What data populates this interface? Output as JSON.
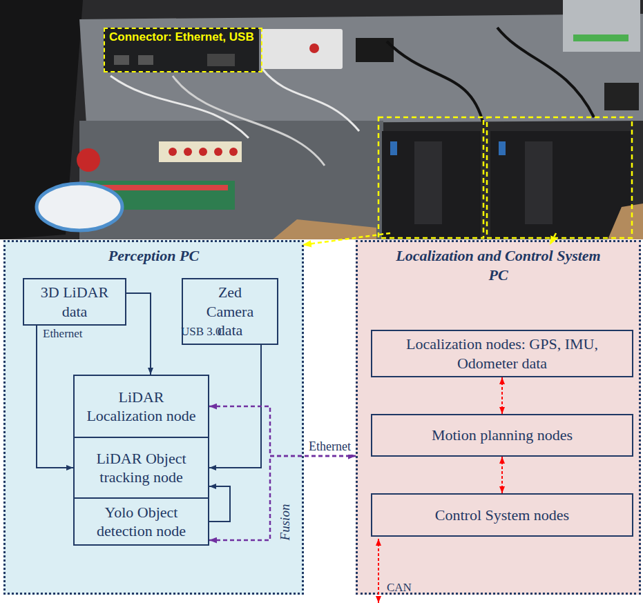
{
  "diagram": {
    "nodes": [
      {
        "text": [
          "Connector: Ethernet, USB"
        ]
      },
      {
        "text": [
          "Perception PC"
        ]
      },
      {
        "text": [
          "3D LiDAR data"
        ],
        "in": 1
      },
      {
        "text": [
          "Zed Camera data"
        ],
        "in": 1
      },
      {
        "text": [
          "LiDAR Localization node"
        ],
        "in": 1
      },
      {
        "text": [
          "LiDAR Object tracking node"
        ],
        "in": 1
      },
      {
        "text": [
          "Yolo Object detection node"
        ],
        "in": 1
      },
      {
        "text": [
          "Localization and Control System PC"
        ]
      },
      {
        "text": [
          "Localization nodes: GPS, IMU, Odometer data"
        ],
        "in": 7
      },
      {
        "text": [
          "Motion planning nodes"
        ],
        "in": 7
      },
      {
        "text": [
          "Control System nodes"
        ],
        "in": 7
      }
    ],
    "edges": [
      {
        "from": 2,
        "to": 4,
        "arrow": "to"
      },
      {
        "from": 2,
        "to": 5,
        "arrow": "to"
      },
      {
        "from": 3,
        "to": 5,
        "arrow": "to"
      },
      {
        "from": 6,
        "to": 5,
        "arrow": "to"
      },
      {
        "from": 4,
        "to": 7,
        "arrow": "both",
        "label": "Ethernet"
      },
      {
        "from": 6,
        "to": 7,
        "arrow": "both"
      },
      {
        "from": 8,
        "to": 9,
        "arrow": "both"
      },
      {
        "from": 9,
        "to": 10,
        "arrow": "both"
      }
    ],
    "labels": [
      "Ethernet",
      "USB 3.0",
      "Fusion",
      "CAN"
    ]
  }
}
